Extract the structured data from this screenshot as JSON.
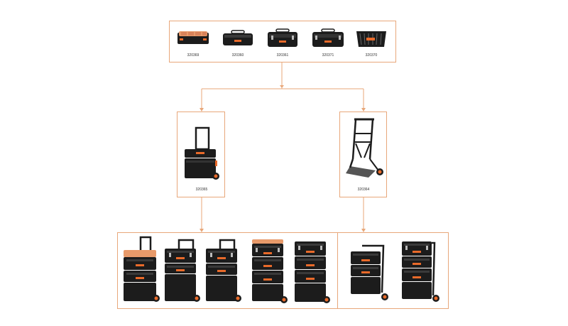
{
  "top_row": {
    "codes": [
      "320369",
      "320360",
      "320361",
      "320371",
      "320370"
    ]
  },
  "left_trolley": {
    "code": "320365"
  },
  "right_trolley": {
    "code": "320364"
  },
  "colors": {
    "frame_border": "#e8a77a",
    "connector": "#e8a77a",
    "box_body": "#1c1c1c",
    "accent_orange": "#e86a2a"
  },
  "icons": {
    "organizer": "organizer-box-icon",
    "toolbox": "toolbox-icon",
    "crate": "crate-icon",
    "trolley": "trolley-icon",
    "hand_truck": "hand-truck-icon",
    "stack": "stacked-toolbox-icon"
  }
}
